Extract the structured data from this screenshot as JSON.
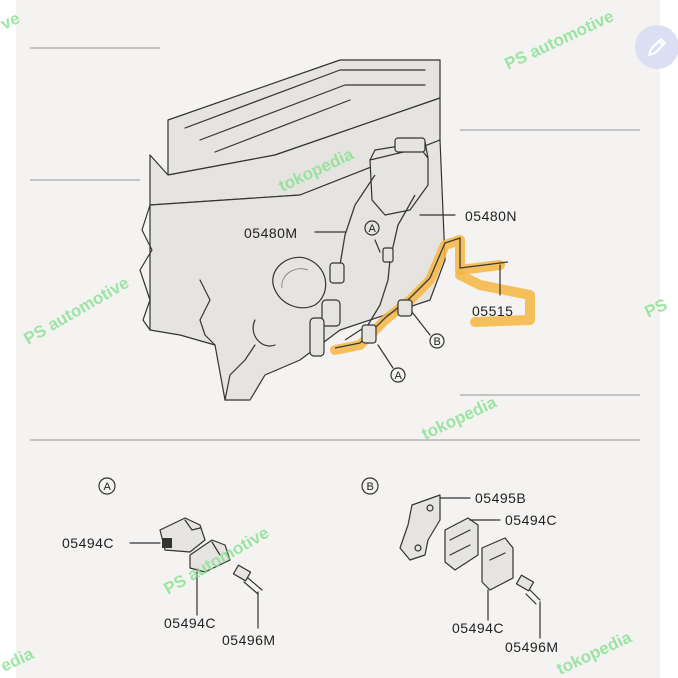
{
  "labels": {
    "p05480M": "05480M",
    "p05480N": "05480N",
    "p05515": "05515",
    "p05495B": "05495B",
    "p05494C_a1": "05494C",
    "p05494C_a2": "05494C",
    "p05496M_a": "05496M",
    "p05494C_b1": "05494C",
    "p05494C_b2": "05494C",
    "p05496M_b": "05496M"
  },
  "callouts": {
    "a_top": "A",
    "b_main": "B",
    "a_bottom": "A",
    "detail_a": "A",
    "detail_b": "B"
  },
  "watermarks": {
    "w1": "PS automotive",
    "w2": "PS automotive",
    "w3": "PS automotive",
    "w4": "PS",
    "w5": "tokopedia",
    "w6": "tokopedia",
    "w7": "tokopedia",
    "w8": "edia",
    "w9": "ve"
  },
  "colors": {
    "highlight": "#f5b642",
    "watermark": "#7fe08a",
    "paper": "#f4f3f1"
  },
  "icons": {
    "fab": "edit-pen-icon"
  }
}
